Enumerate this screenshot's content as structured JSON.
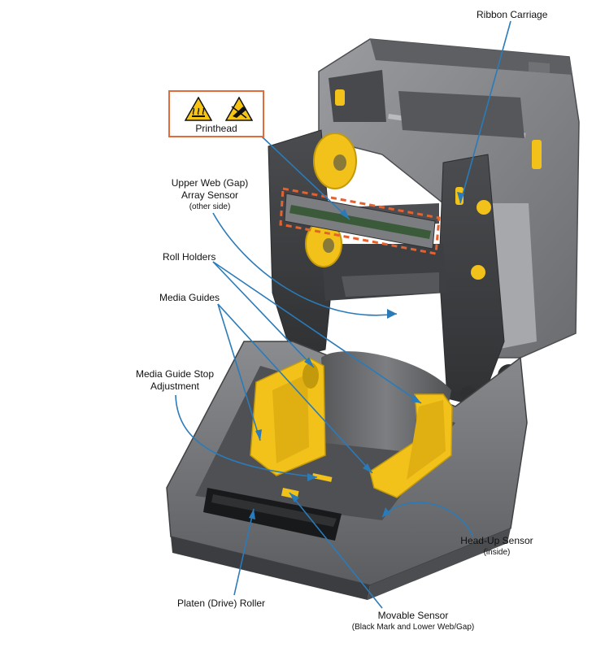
{
  "labels": {
    "ribbon_carriage": "Ribbon Carriage",
    "printhead": "Printhead",
    "upper_web_line1": "Upper Web (Gap)",
    "upper_web_line2": "Array Sensor",
    "upper_web_note": "(other side)",
    "roll_holders": "Roll Holders",
    "media_guides": "Media Guides",
    "media_guide_stop_line1": "Media Guide Stop",
    "media_guide_stop_line2": "Adjustment",
    "head_up_sensor": "Head-Up Sensor",
    "head_up_note": "(inside)",
    "platen_roller": "Platen (Drive) Roller",
    "movable_sensor": "Movable Sensor",
    "movable_sensor_note": "(Black Mark and Lower Web/Gap)"
  },
  "icons": {
    "hot_surface": "hot-surface-warning-icon",
    "esd": "esd-warning-icon"
  },
  "colors": {
    "callout_line": "#2b7bb9",
    "warning_border": "#e26b3c",
    "warning_yellow": "#f6c514",
    "printer_body": "#6e7073",
    "printer_dark": "#3f4143",
    "accent_yellow": "#f2c21a",
    "printhead_dash": "#e5612f"
  }
}
